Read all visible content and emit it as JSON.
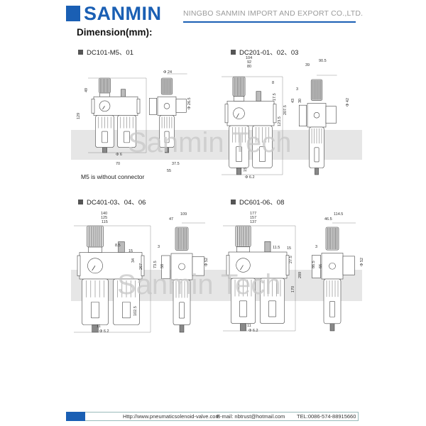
{
  "header": {
    "brand": "SANMIN",
    "company": "NINGBO SANMIN IMPORT AND EXPORT CO.,LTD.",
    "brand_color": "#1a5fb4"
  },
  "title": "Dimension(mm):",
  "watermark": "Sanmin Tech",
  "sections": [
    {
      "model": "DC101-M5、01",
      "note": "M5 is without connector",
      "dims": [
        "49",
        "129",
        "Φ 24",
        "Φ 26.5",
        "Φ 6",
        "70",
        "37.5",
        "55"
      ]
    },
    {
      "model": "DC201-01、02、03",
      "dims": [
        "104",
        "92",
        "80",
        "8",
        "17.5",
        "207.5",
        "123.5",
        "15",
        "Φ 6.2",
        "90.5",
        "39",
        "3",
        "43",
        "30",
        "Φ 42"
      ]
    },
    {
      "model": "DC401-03、04、06",
      "dims": [
        "140",
        "125",
        "115",
        "8.5",
        "15",
        "34",
        "267",
        "102.5",
        "11",
        "Φ 6.2",
        "109",
        "47",
        "3",
        "73.5",
        "58",
        "Φ 52"
      ]
    },
    {
      "model": "DC601-06、08",
      "dims": [
        "177",
        "157",
        "137",
        "11.5",
        "15",
        "27.5",
        "289",
        "170",
        "11",
        "Φ 6.2",
        "114.5",
        "46.5",
        "3",
        "86.5",
        "66",
        "Φ 52"
      ]
    }
  ],
  "footer": {
    "website": "Http://www.pneumaticsolenoid-valve.com",
    "email": "E-mail: nbtrust@hotmail.com",
    "tel": "TEL:0086-574-88915660"
  }
}
